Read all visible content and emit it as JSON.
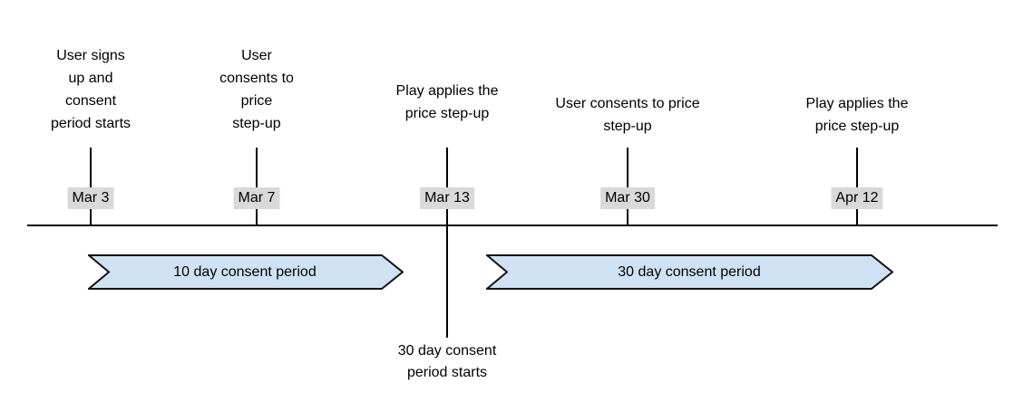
{
  "diagram": {
    "type": "timeline",
    "events": [
      {
        "label": "User signs\nup and\nconsent\nperiod starts",
        "date": "Mar 3"
      },
      {
        "label": "User\nconsents to\nprice\nstep-up",
        "date": "Mar 7"
      },
      {
        "label": "Play applies the\nprice step-up",
        "date": "Mar 13"
      },
      {
        "label": "User consents to price\nstep-up",
        "date": "Mar 30"
      },
      {
        "label": "Play applies the\nprice step-up",
        "date": "Apr 12"
      }
    ],
    "periods": [
      {
        "label": "10 day consent period"
      },
      {
        "label": "30 day consent period"
      }
    ],
    "annotation": {
      "label": "30 day consent\nperiod starts"
    },
    "colors": {
      "banner_fill": "#cfe2f3",
      "banner_border": "#141414",
      "date_highlight_bg": "#d9d9d9",
      "line": "#000000",
      "text": "#000000",
      "background": "#ffffff"
    }
  }
}
